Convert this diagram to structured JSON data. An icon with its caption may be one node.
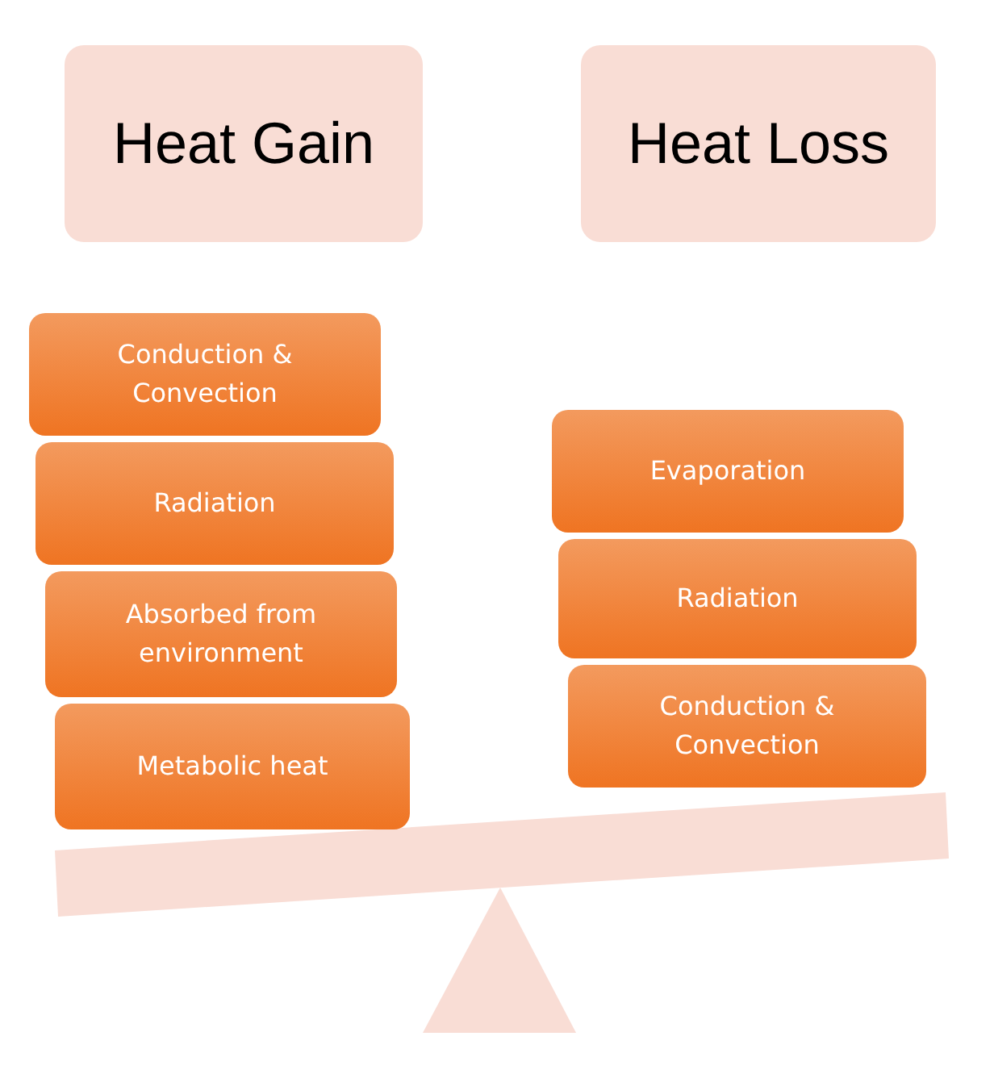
{
  "diagram": {
    "nodes": [
      {
        "text": [
          "Heat Gain"
        ]
      },
      {
        "text": [
          "Heat Loss"
        ]
      },
      {
        "text": [
          "Conduction & Convection"
        ]
      },
      {
        "text": [
          "Radiation"
        ]
      },
      {
        "text": [
          "Absorbed from environment"
        ]
      },
      {
        "text": [
          "Metabolic heat"
        ]
      },
      {
        "text": [
          "Evaporation"
        ]
      },
      {
        "text": [
          "Radiation"
        ]
      },
      {
        "text": [
          "Conduction & Convection"
        ]
      }
    ]
  }
}
